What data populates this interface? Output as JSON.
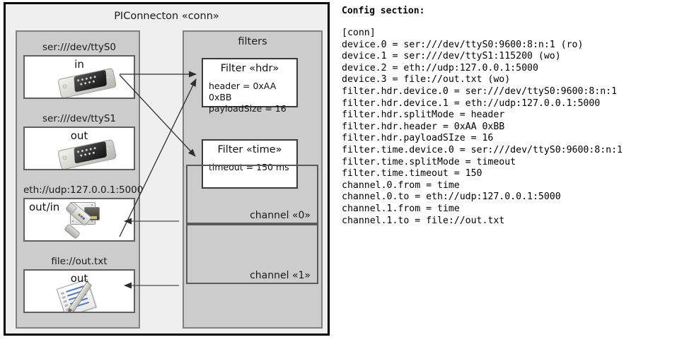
{
  "connector": {
    "title": "PIConnecton «conn»",
    "devices_panel": {
      "name": "devices-panel",
      "devices": [
        {
          "label": "ser:///dev/ttyS0",
          "direction": "in",
          "icon": "serial-port-icon",
          "direction_align": "center"
        },
        {
          "label": "ser:///dev/ttyS1",
          "direction": "out",
          "icon": "serial-port-icon",
          "direction_align": "center"
        },
        {
          "label": "eth://udp:127.0.0.1:5000",
          "direction": "out/in",
          "icon": "ethernet-jack-icon",
          "direction_align": "left"
        },
        {
          "label": "file://out.txt",
          "direction": "out",
          "icon": "text-file-icon",
          "direction_align": "center"
        }
      ]
    },
    "filters_panel": {
      "title": "filters",
      "filters": [
        {
          "title": "Filter «hdr»",
          "props": [
            "header = 0xAA 0xBB",
            "payloadSize = 16"
          ]
        },
        {
          "title": "Filter «time»",
          "props": [
            "timeout = 150 ms"
          ]
        }
      ],
      "channels": [
        {
          "label": "channel «0»"
        },
        {
          "label": "channel «1»"
        }
      ]
    }
  },
  "config": {
    "heading": "Config section:",
    "lines": "[conn]\ndevice.0 = ser:///dev/ttyS0:9600:8:n:1 (ro)\ndevice.1 = ser:///dev/ttyS1:115200 (wo)\ndevice.2 = eth://udp:127.0.0.1:5000\ndevice.3 = file://out.txt (wo)\nfilter.hdr.device.0 = ser:///dev/ttyS0:9600:8:n:1\nfilter.hdr.device.1 = eth://udp:127.0.0.1:5000\nfilter.hdr.splitMode = header\nfilter.hdr.header = 0xAA 0xBB\nfilter.hdr.payloadSIze = 16\nfilter.time.device.0 = ser:///dev/ttyS0:9600:8:n:1\nfilter.time.splitMode = timeout\nfilter.time.timeout = 150\nchannel.0.from = time\nchannel.0.to = eth://udp:127.0.0.1:5000\nchannel.1.from = time\nchannel.1.to = file://out.txt"
  },
  "colors": {
    "frame_border": "#000000",
    "frame_fill": "#efefef",
    "panel_fill": "#cccccc",
    "panel_border": "#808080",
    "box_fill": "#ffffff",
    "arrow": "#333333"
  }
}
